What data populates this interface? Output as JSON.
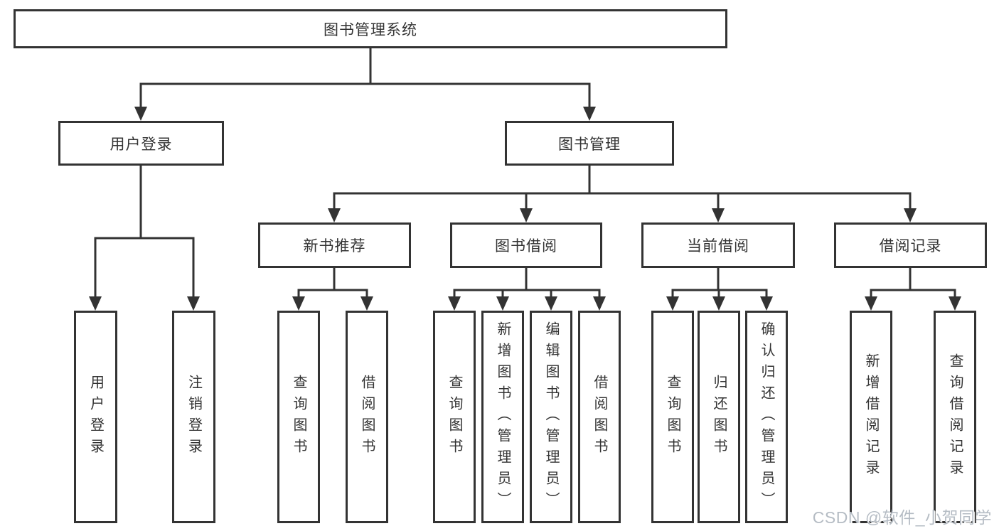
{
  "tree": {
    "label": "图书管理系统",
    "children": [
      {
        "label": "用户登录",
        "children": [
          {
            "label": "用户登录"
          },
          {
            "label": "注销登录"
          }
        ]
      },
      {
        "label": "图书管理",
        "children": [
          {
            "label": "新书推荐",
            "children": [
              {
                "label": "查询图书"
              },
              {
                "label": "借阅图书"
              }
            ]
          },
          {
            "label": "图书借阅",
            "children": [
              {
                "label": "查询图书"
              },
              {
                "label": "新增图书（管理员）"
              },
              {
                "label": "编辑图书（管理员）"
              },
              {
                "label": "借阅图书"
              }
            ]
          },
          {
            "label": "当前借阅",
            "children": [
              {
                "label": "查询图书"
              },
              {
                "label": "归还图书"
              },
              {
                "label": "确认归还（管理员）"
              }
            ]
          },
          {
            "label": "借阅记录",
            "children": [
              {
                "label": "新增借阅记录"
              },
              {
                "label": "查询借阅记录"
              }
            ]
          }
        ]
      }
    ]
  },
  "watermark": {
    "text": "CSDN @软件_小贺同学"
  },
  "colors": {
    "line": "#333333",
    "box_fill": "#ffffff",
    "text": "#333333",
    "background": "#ffffff",
    "watermark": "#b5bcc4"
  }
}
